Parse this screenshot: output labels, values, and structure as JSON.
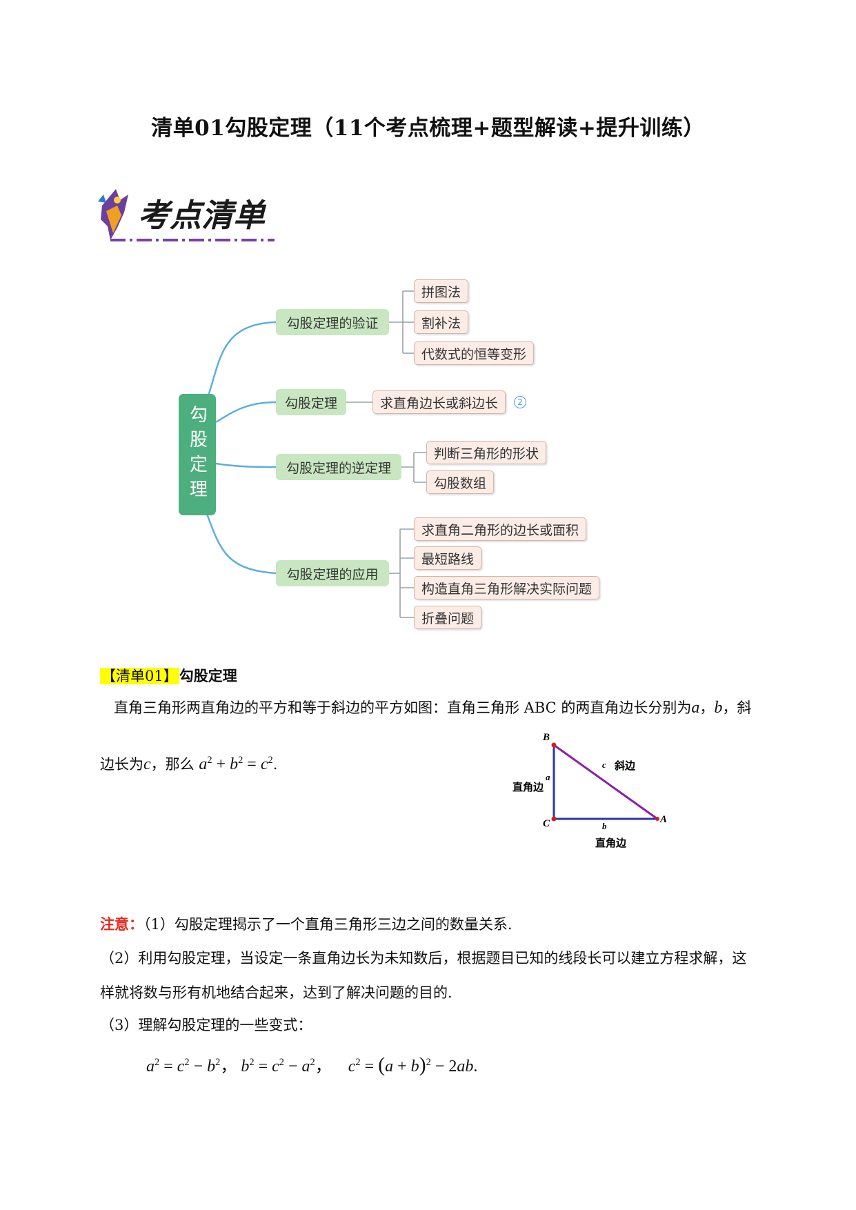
{
  "title": "清单01勾股定理（11个考点梳理+题型解读+提升训练）",
  "logo": {
    "text": "考点清单",
    "icon": "wizard-icon"
  },
  "mindmap": {
    "root": "勾股定理",
    "branches": [
      {
        "label": "勾股定理的验证",
        "leaves": [
          "拼图法",
          "割补法",
          "代数式的恒等变形"
        ]
      },
      {
        "label": "勾股定理",
        "leaves": [
          "求直角边长或斜边长"
        ],
        "badge": "2"
      },
      {
        "label": "勾股定理的逆定理",
        "leaves": [
          "判断三角形的形状",
          "勾股数组"
        ]
      },
      {
        "label": "勾股定理的应用",
        "leaves": [
          "求直角二角形的边长或面积",
          "最短路线",
          "构造直角三角形解决实际问题",
          "折叠问题"
        ]
      }
    ]
  },
  "section": {
    "tag": "【清单01】",
    "heading": "勾股定理",
    "intro_a": "直角三角形两直角边的平方和等于斜边的平方如图：直角三角形 ABC 的两直角边长分别为",
    "var_a": "a",
    "comma_sep": "，",
    "var_b": "b",
    "intro_b": "，斜",
    "intro_c": "边长为",
    "var_c": "c",
    "intro_d": "，那么",
    "intro_end": "."
  },
  "triangle": {
    "vertex_b": "B",
    "vertex_c": "C",
    "vertex_a": "A",
    "side_a": "a",
    "side_b": "b",
    "side_c": "c",
    "label_hyp": "斜边",
    "label_leg_left": "直角边",
    "label_leg_bottom": "直角边",
    "colors": {
      "hypotenuse": "#8b1fa8",
      "legs": "#2b35a8",
      "points": "#d02020"
    }
  },
  "notes": {
    "label": "注意：",
    "n1": "（1）勾股定理揭示了一个直角三角形三边之间的数量关系.",
    "n2a": "（2）利用勾股定理，当设定一条直角边长为未知数后，根据题目已知的线段长可以建立方程求解，这",
    "n2b": "样就将数与形有机地结合起来，达到了解决问题的目的.",
    "n3": "（3）理解勾股定理的一些变式：",
    "sep": "，",
    "end": "."
  }
}
